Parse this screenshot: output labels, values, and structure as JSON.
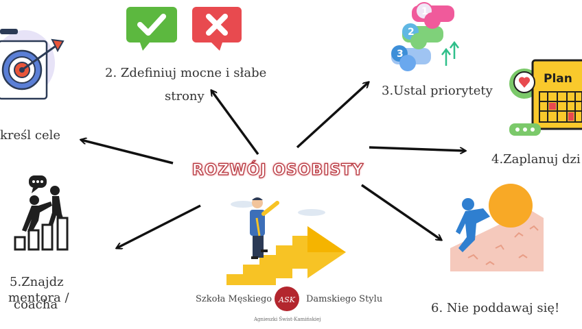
{
  "title": "ROZWÓJ OSOBISTY",
  "steps": {
    "s1": "kreśl cele",
    "s2_line1": "2. Zdefiniuj mocne i słabe",
    "s2_line2": "strony",
    "s3": "3.Ustal priorytety",
    "s4": "4.Zaplanuj dzi",
    "s5_line1": "5.Znajdz",
    "s5_line2": "mentora /",
    "s5_line3": "coacha",
    "s6": "6. Nie poddawaj się!"
  },
  "badges": [
    "1",
    "2",
    "3"
  ],
  "planner_word": "Plan",
  "brand": {
    "left": "Szkoła Męskiego",
    "right": "Damskiego Stylu",
    "monogram": "ASK",
    "author": "Agnieszki Świst-Kamińskiej"
  },
  "colors": {
    "title_stroke": "#b3333b",
    "check_green": "#5cb83f",
    "cross_red": "#e84a4f",
    "stairs_yellow": "#f7c325",
    "sun_orange": "#f8a926",
    "runner_blue": "#2f7fd0"
  }
}
